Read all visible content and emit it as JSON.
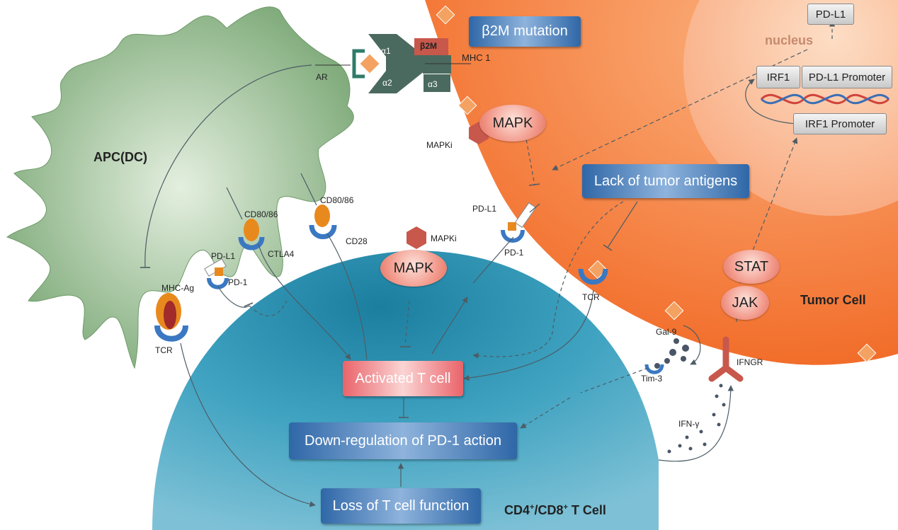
{
  "cells": {
    "apc": "APC(DC)",
    "tcell": "CD4",
    "tcell_sup": "+",
    "tcell_sep": "/CD8",
    "tcell_sup2": "+",
    "tcell_tail": " T Cell",
    "tumor": "Tumor Cell",
    "nucleus": "nucleus"
  },
  "boxes": {
    "b2m_mutation": "β2M mutation",
    "lack_antigens": "Lack of tumor antigens",
    "activated": "Activated T cell",
    "downreg": "Down-regulation of PD-1 action",
    "loss": "Loss of T cell function"
  },
  "nucleus_boxes": {
    "pdl1": "PD-L1",
    "irf1": "IRF1",
    "pdl1_promoter": "PD-L1 Promoter",
    "irf1_promoter": "IRF1 Promoter"
  },
  "ellipses": {
    "mapk_tumor": "MAPK",
    "mapk_tcell": "MAPK",
    "stat": "STAT",
    "jak": "JAK"
  },
  "labels": {
    "ar": "AR",
    "alpha1": "α1",
    "alpha2": "α2",
    "alpha3": "α3",
    "b2m": "β2M",
    "mhc1": "MHC 1",
    "mapki_tumor": "MAPKi",
    "mapki_tcell": "MAPKi",
    "cd80_86_left": "CD80/86",
    "cd80_86_right": "CD80/86",
    "ctla4": "CTLA4",
    "cd28": "CD28",
    "pdl1_apc": "PD-L1",
    "pd1_apc": "PD-1",
    "mhc_ag": "MHC-Ag",
    "tcr_left": "TCR",
    "pdl1_tumor": "PD-L1",
    "pd1_tumor": "PD-1",
    "tcr_right": "TCR",
    "gal9": "Gal-9",
    "tim3": "Tim-3",
    "ifngr": "IFNGR",
    "ifng": "IFN-γ"
  },
  "colors": {
    "apc": "#8fb58a",
    "tcell": "#2a8fb0",
    "tumor": "#f5874a",
    "nucleus": "#fbc39e",
    "antigen": "#f4a261",
    "receptor_blue": "#3a78c2",
    "ligand_orange": "#e8891e"
  }
}
